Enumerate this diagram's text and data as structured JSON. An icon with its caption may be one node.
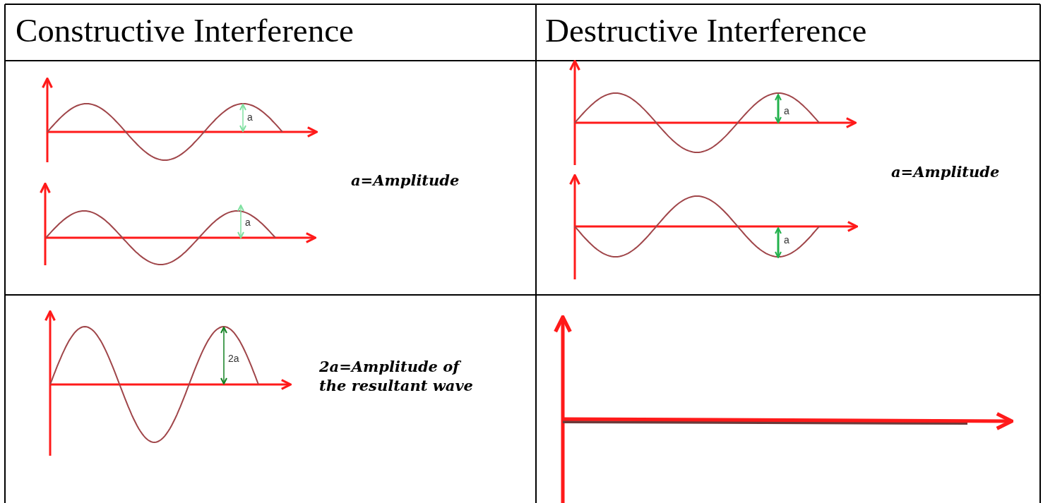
{
  "diagram": {
    "labels": [
      "Constructive Interference",
      "Destructive Interference",
      "a",
      "a",
      "a=Amplitude",
      "a",
      "a",
      "a=Amplitude",
      "2a",
      "2a=Amplitude of the resultant wave"
    ]
  }
}
